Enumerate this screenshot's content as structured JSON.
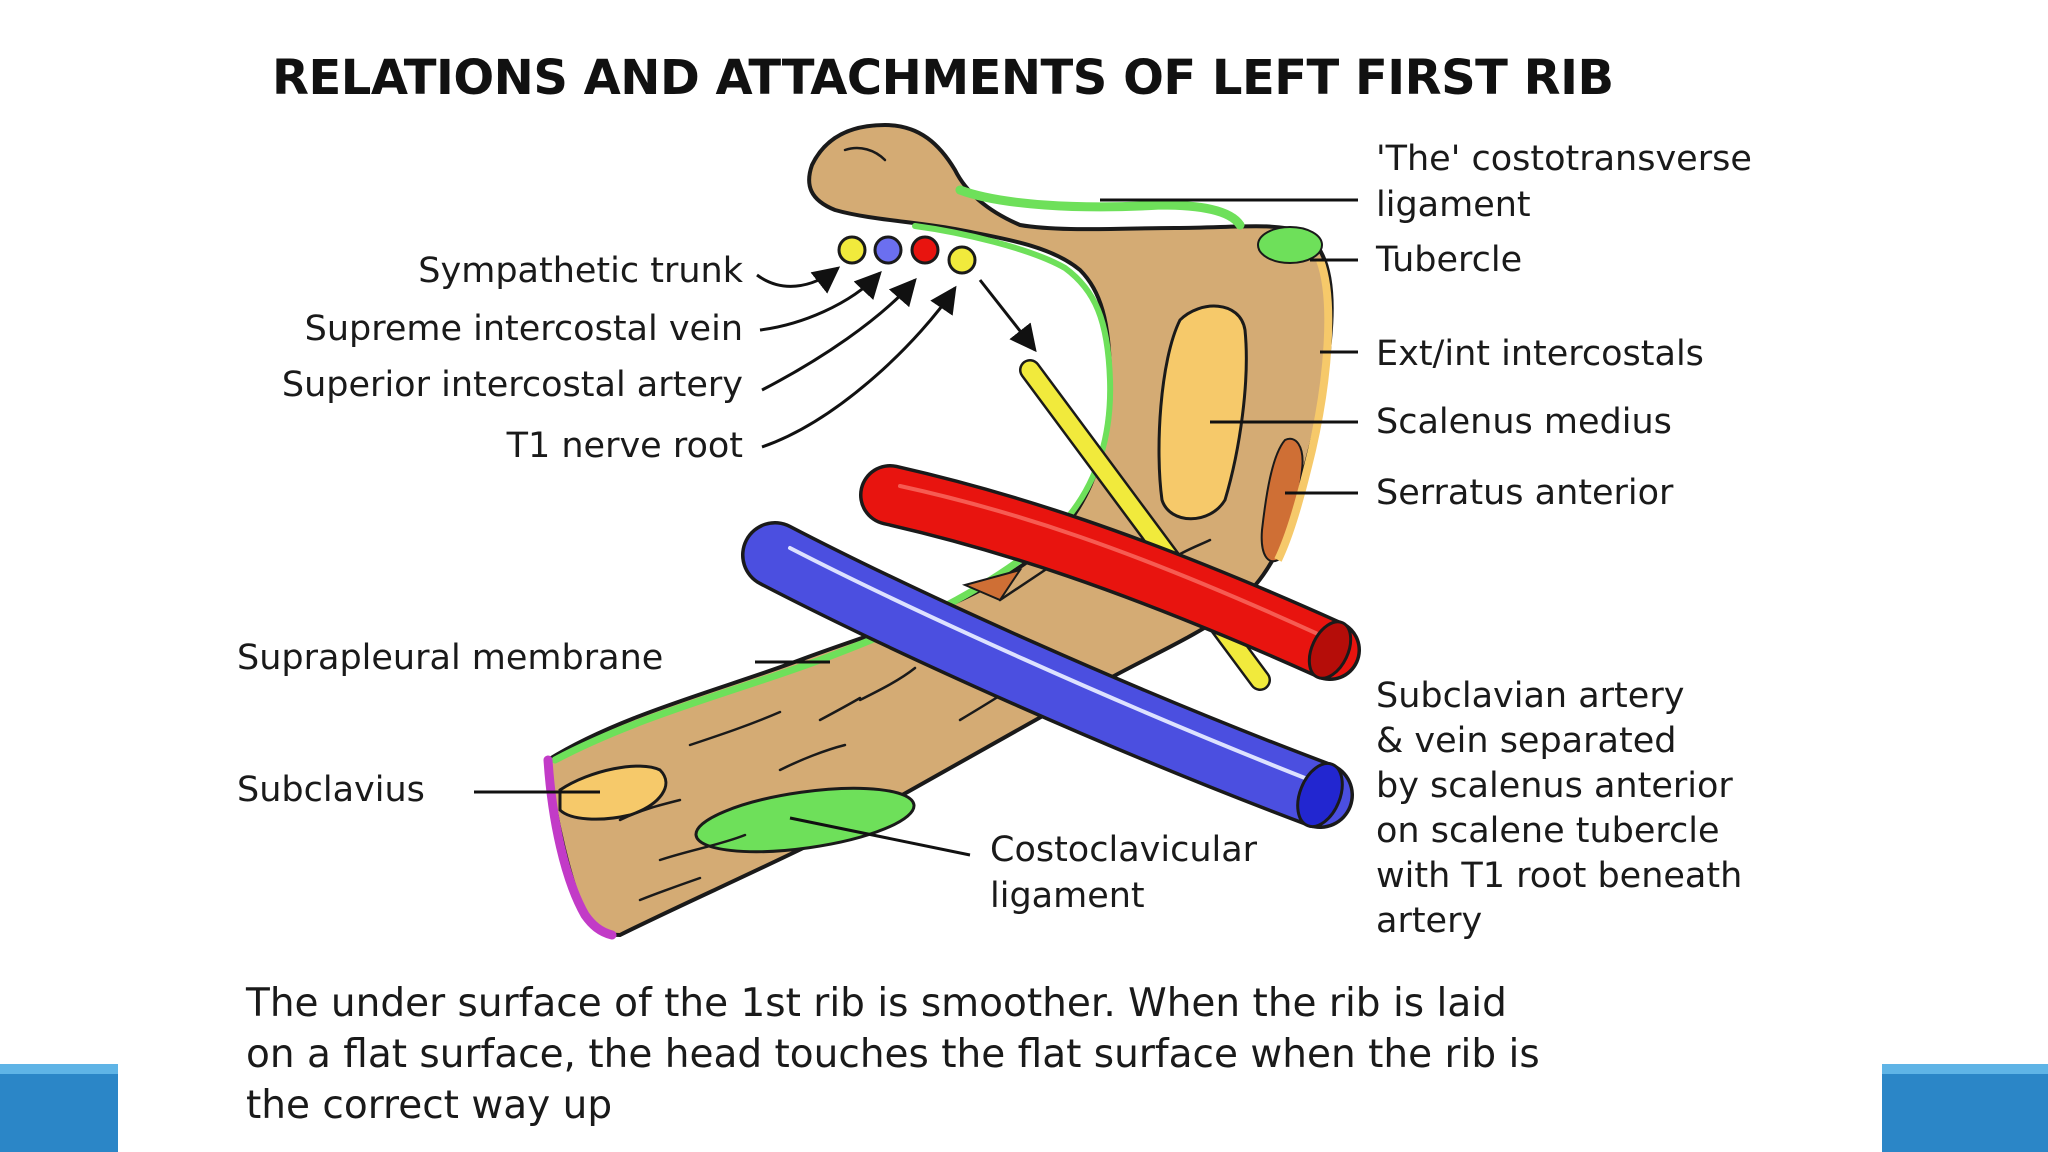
{
  "title": "RELATIONS AND ATTACHMENTS OF LEFT FIRST RIB",
  "labels": {
    "sympathetic_trunk": "Sympathetic trunk",
    "supreme_intercostal_vein": "Supreme intercostal vein",
    "superior_intercostal_artery": "Superior intercostal artery",
    "t1_nerve_root": "T1 nerve root",
    "costotransverse_ligament": [
      "'The' costotransverse",
      "ligament"
    ],
    "tubercle": "Tubercle",
    "ext_int_intercostals": "Ext/int intercostals",
    "scalenus_medius": "Scalenus medius",
    "serratus_anterior": "Serratus anterior",
    "suprapleural_membrane": "Suprapleural membrane",
    "subclavius": "Subclavius",
    "costoclavicular_ligament": [
      "Costoclavicular",
      "ligament"
    ],
    "subclavian_note": [
      "Subclavian artery",
      "& vein separated",
      "by scalenus anterior",
      "on scalene tubercle",
      "with T1 root beneath",
      "artery"
    ]
  },
  "caption": [
    "The under surface of the 1st rib is smoother. When the rib is laid",
    "on a flat surface, the head touches the flat surface when the rib is",
    "the correct way up"
  ],
  "colors": {
    "bone": "#d4ab74",
    "bone_outline": "#1a1a1a",
    "ligament_green": "#6ee05a",
    "muscle_yellow": "#f6c96a",
    "serratus_orange": "#cf6f35",
    "artery_red": "#e8140f",
    "vein_blue": "#4b4fe0",
    "nerve_yellow": "#f1ea3c",
    "subclavius_magenta": "#c23bc7",
    "slide_accent": "#2b86c7"
  },
  "icons": {
    "sympathetic_trunk": "yellow-circle",
    "supreme_intercostal_vein": "blue-circle",
    "superior_intercostal_artery": "red-circle",
    "t1_nerve_root": "yellow-circle"
  }
}
